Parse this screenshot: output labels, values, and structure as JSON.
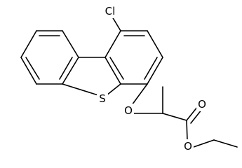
{
  "molecule": {
    "atoms": {
      "chlorine": "Cl",
      "sulfur": "S",
      "ether_oxygen": "O",
      "carbonyl_oxygen": "O",
      "ester_oxygen": "O"
    }
  },
  "colors": {
    "bond": "#000000",
    "label": "#000000",
    "background": "#ffffff"
  }
}
